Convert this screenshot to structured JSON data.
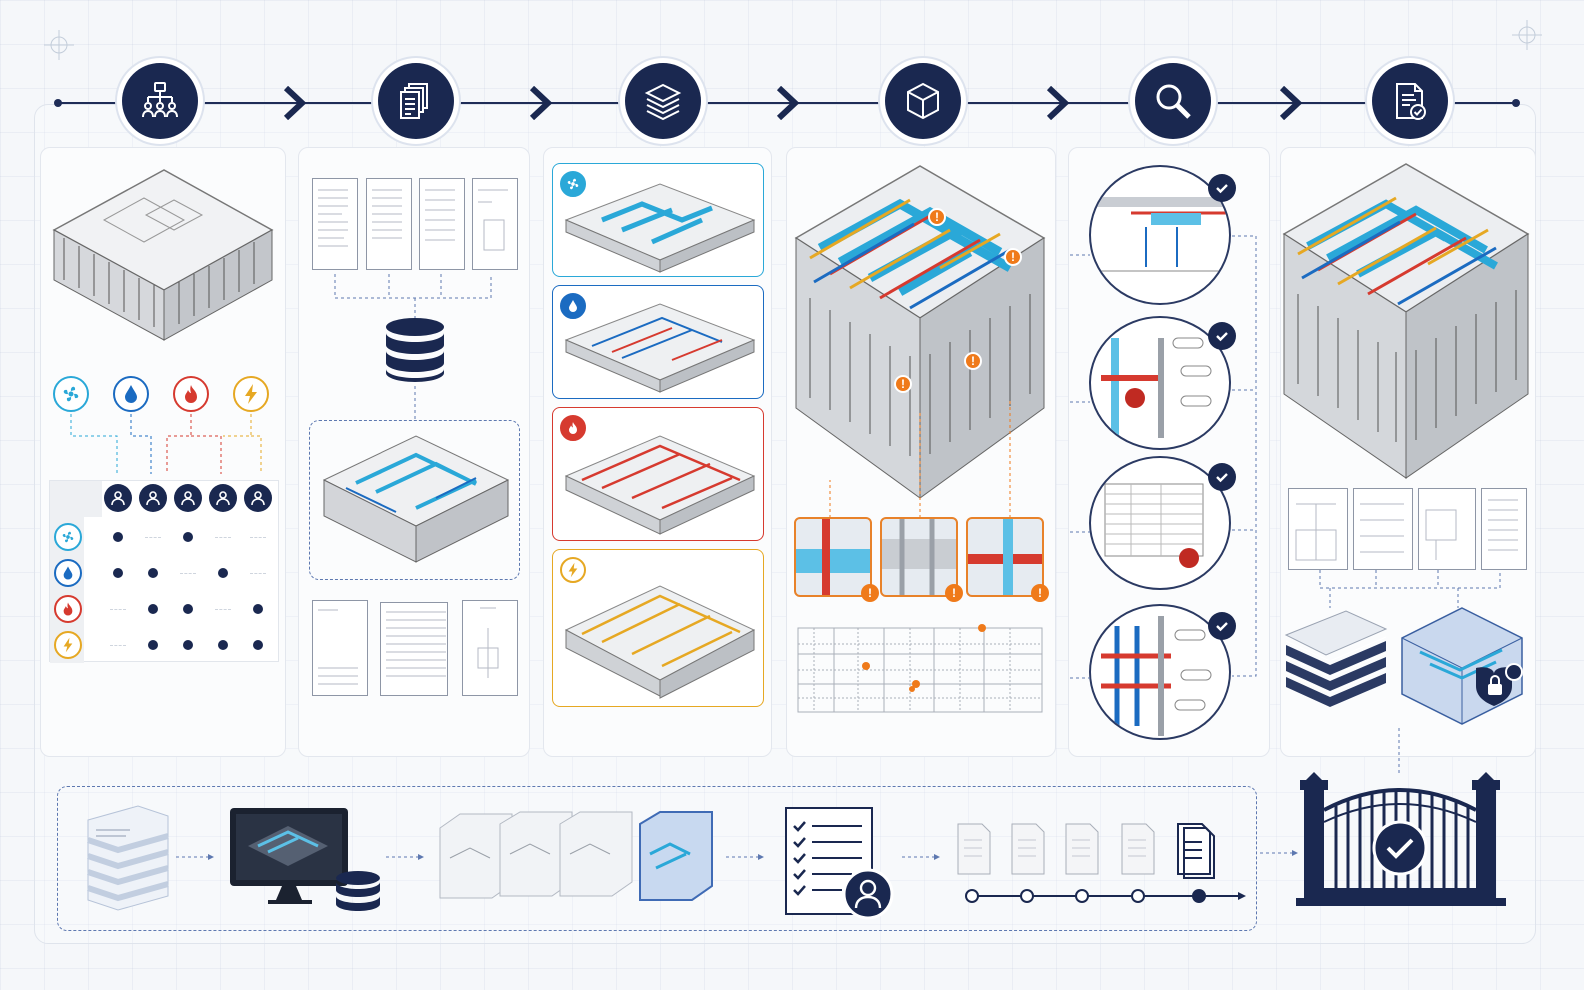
{
  "colors": {
    "navy": "#1a2850",
    "hvac": "#2aa8d8",
    "plumbing": "#1b6bc1",
    "fire": "#d63a2f",
    "electrical": "#e6a823",
    "clash": "#ef7a1a"
  },
  "steps": [
    {
      "icon": "org-chart-icon"
    },
    {
      "icon": "documents-icon"
    },
    {
      "icon": "layers-icon"
    },
    {
      "icon": "cube-icon"
    },
    {
      "icon": "magnifier-icon"
    },
    {
      "icon": "approved-document-icon"
    }
  ],
  "disciplines": [
    {
      "icon": "fan-icon",
      "color": "#2aa8d8"
    },
    {
      "icon": "water-drop-icon",
      "color": "#1b6bc1"
    },
    {
      "icon": "flame-icon",
      "color": "#d63a2f"
    },
    {
      "icon": "lightning-icon",
      "color": "#e6a823"
    }
  ],
  "responsibility_matrix": [
    [
      1,
      0,
      1,
      0,
      0
    ],
    [
      1,
      1,
      0,
      1,
      0
    ],
    [
      0,
      1,
      1,
      0,
      1
    ],
    [
      0,
      1,
      1,
      1,
      1
    ]
  ],
  "review_checks": 4,
  "clash_thumbnails": 3,
  "progress_nodes": 5
}
